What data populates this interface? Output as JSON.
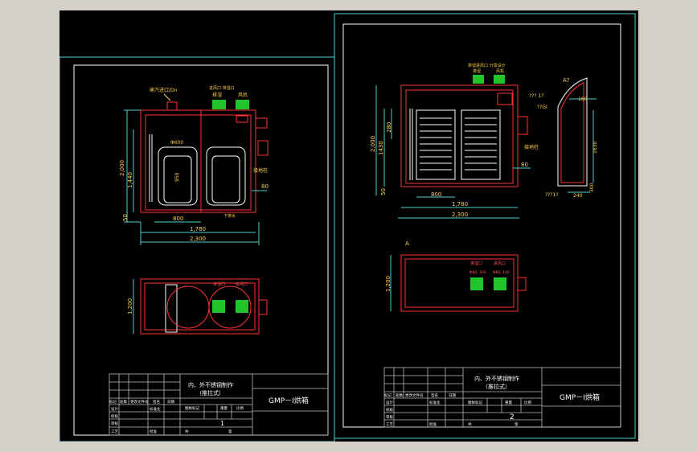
{
  "colors": {
    "background": "#d4d0c8",
    "canvas": "#000000",
    "frame": "#ffffff",
    "outline": "#ff3333",
    "dimension": "#4fd0d0",
    "text": "#ffd24a",
    "vent": "#21c52b"
  },
  "sheet1": {
    "labels": {
      "pipe_top": "蒸汽进口/Dn",
      "inlet_label": "进风口 排湿口",
      "inlet_word": "排湿",
      "fan_word": "风机",
      "diameter": "Φ600",
      "h950": "950",
      "ground": "接地柱",
      "drain": "下排水",
      "dim_total_h": "2,000",
      "dim_h1440": "1,440",
      "dim_50": "50",
      "dim_80": "80",
      "dim_800": "800",
      "dim_1780": "1,780",
      "dim_2300": "2,300",
      "dim_1200": "1,200",
      "plan_label1": "排湿口",
      "plan_label2": "进风口"
    },
    "title_block": {
      "title_line1": "内、外不锈钢制作",
      "title_line2": "（推拉式）",
      "model": "GMP－Ⅰ烘箱",
      "sheet_no": "1",
      "row_labels": [
        "设计",
        "校核",
        "审核",
        "工艺"
      ],
      "col_labels": [
        "标记",
        "处数",
        "更改文件号",
        "签名",
        "日期"
      ],
      "stage_label": "图样标记",
      "weight_label": "重量",
      "scale_label": "比例",
      "sheet_label": "共",
      "page_label": "第",
      "std_label": "标准化",
      "approve_label": "批准"
    }
  },
  "sheet2": {
    "labels": {
      "label_top1": "排湿进风口 分享设计",
      "label_top2": "排湿",
      "label_top3": "风机",
      "section_a": "A?",
      "small_a": "A",
      "dim_160": "160",
      "dim_1630": "1630",
      "dim_240": "240",
      "dim_300": "300",
      "q1": "??? 1?",
      "q2": "??GI",
      "q3": "???1?",
      "ground": "接地柱",
      "dim_total_h": "2,000",
      "dim_h1430": "1430",
      "dim_280": "280",
      "dim_50": "50",
      "dim_80": "80",
      "dim_800": "800",
      "dim_1780": "1,780",
      "dim_2300": "2,300",
      "dim_1200": "1,200",
      "plan_label1": "排湿口",
      "plan_label2": "进风口",
      "plan_sub1": "Φ80, 100",
      "plan_sub2": "Φ80, 100"
    },
    "title_block": {
      "title_line1": "内、外不锈钢制作",
      "title_line2": "（推拉式）",
      "model": "GMP－Ⅰ烘箱",
      "sheet_no": "2",
      "row_labels": [
        "设计",
        "校核",
        "审核",
        "工艺"
      ],
      "col_labels": [
        "标记",
        "处数",
        "更改文件号",
        "签名",
        "日期"
      ],
      "stage_label": "图样标记",
      "weight_label": "重量",
      "scale_label": "比例",
      "sheet_label": "共",
      "page_label": "第",
      "std_label": "标准化",
      "approve_label": "批准"
    }
  }
}
